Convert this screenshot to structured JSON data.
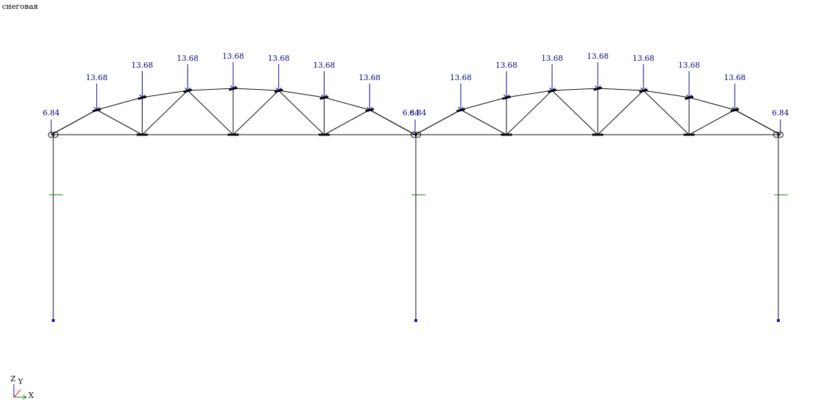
{
  "load_case": "снеговая",
  "loads": {
    "span_load": "13.68",
    "end_load": "6.84"
  },
  "axes": {
    "z": "Z",
    "y": "Y",
    "x": "X"
  },
  "colors": {
    "member": "#000000",
    "load": "#000080",
    "support": "#0000ff",
    "hinge": "#008000",
    "axis_x": "#008000",
    "axis_y": "#ff0000",
    "axis_z": "#0000ff"
  }
}
